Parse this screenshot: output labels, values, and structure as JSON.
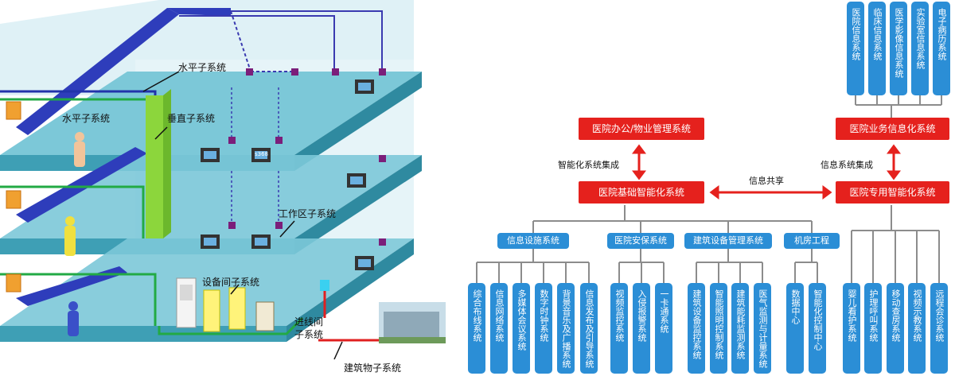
{
  "left_labels": {
    "horizontal_top": "水平子系统",
    "horizontal_left": "水平子系统",
    "vertical": "垂直子系统",
    "work_area": "工作区子系统",
    "equipment_room": "设备间子系统",
    "entrance_room_line1": "进线间",
    "entrance_room_line2": "子系统",
    "building": "建筑物子系统",
    "screen_text": "s368"
  },
  "right_diagram": {
    "red_nodes": {
      "office": "医院办公/物业管理系统",
      "business": "医院业务信息化系统",
      "base": "医院基础智能化系统",
      "special": "医院专用智能化系统"
    },
    "edge_labels": {
      "left_integration": "智能化系统集成",
      "info_sharing": "信息共享",
      "right_integration": "信息系统集成"
    },
    "top_items": [
      "医院信息系统",
      "临床信息系统",
      "医学影像信息系统",
      "实验室信息系统",
      "电子病历系统"
    ],
    "groups": [
      {
        "name": "信息设施系统",
        "items": [
          "综合布线系统",
          "信息网络系统",
          "多媒体会议系统",
          "数字时钟系统",
          "背景音乐及广播系统",
          "信息发布及引导系统"
        ]
      },
      {
        "name": "医院安保系统",
        "items": [
          "视频监控系统",
          "入侵报警系统",
          "一卡通系统"
        ]
      },
      {
        "name": "建筑设备管理系统",
        "items": [
          "建筑设备监控系统",
          "智能照明控制系统",
          "建筑能耗监测系统",
          "医气监测与计量系统"
        ]
      },
      {
        "name": "机房工程",
        "items": [
          "数据中心",
          "智能化控制中心"
        ]
      }
    ],
    "special_items": [
      "婴儿看护系统",
      "护理呼叫系统",
      "移动查房系统",
      "视频示教系统",
      "远程会诊系统"
    ]
  },
  "colors": {
    "red": "#e5211d",
    "blue": "#2b8ed6",
    "floor": "#5fb8cc",
    "duct": "#2e3dbb",
    "riser": "#8cd63c"
  }
}
